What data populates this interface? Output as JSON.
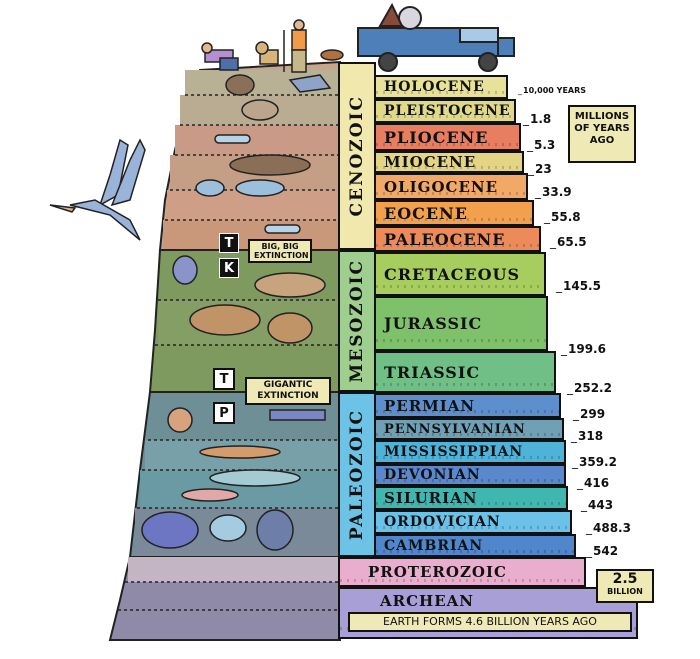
{
  "title": "Geologic Time Scale",
  "units_label": "MILLIONS OF YEARS AGO",
  "holocene_note": "10,000 YEARS",
  "eras": [
    {
      "name": "CENOZOIC",
      "color": "#f1e8ae"
    },
    {
      "name": "MESOZOIC",
      "color": "#9fcf8f"
    },
    {
      "name": "PALEOZOIC",
      "color": "#6cc3e6"
    }
  ],
  "periods": [
    {
      "name": "HOLOCENE",
      "color": "#e8e19a",
      "age": ""
    },
    {
      "name": "PLEISTOCENE",
      "color": "#e0d98a",
      "age": "1.8"
    },
    {
      "name": "PLIOCENE",
      "color": "#e77e5f",
      "age": "5.3"
    },
    {
      "name": "MIOCENE",
      "color": "#e4d585",
      "age": "23"
    },
    {
      "name": "OLIGOCENE",
      "color": "#f2a866",
      "age": "33.9"
    },
    {
      "name": "EOCENE",
      "color": "#f3a04e",
      "age": "55.8"
    },
    {
      "name": "PALEOCENE",
      "color": "#ec8a5a",
      "age": "65.5"
    },
    {
      "name": "CRETACEOUS",
      "color": "#a8cd5f",
      "age": "145.5"
    },
    {
      "name": "JURASSIC",
      "color": "#7fc06a",
      "age": "199.6"
    },
    {
      "name": "TRIASSIC",
      "color": "#6fbf86",
      "age": "252.2"
    },
    {
      "name": "PERMIAN",
      "color": "#5d8fcf",
      "age": "299"
    },
    {
      "name": "PENNSYLVANIAN",
      "color": "#6fa0b5",
      "age": "318"
    },
    {
      "name": "MISSISSIPPIAN",
      "color": "#4fb3d9",
      "age": "359.2"
    },
    {
      "name": "DEVONIAN",
      "color": "#5b87cc",
      "age": "416"
    },
    {
      "name": "SILURIAN",
      "color": "#3fb6b0",
      "age": "443"
    },
    {
      "name": "ORDOVICIAN",
      "color": "#6cc1e8",
      "age": "488.3"
    },
    {
      "name": "CAMBRIAN",
      "color": "#4f86cc",
      "age": "542"
    },
    {
      "name": "PROTEROZOIC",
      "color": "#e9aecd",
      "age": ""
    },
    {
      "name": "ARCHEAN",
      "color": "#a79fd6",
      "age": ""
    }
  ],
  "billion_callout": {
    "value": "2.5",
    "unit": "BILLION"
  },
  "earth_forms": "EARTH FORMS 4.6 BILLION YEARS AGO",
  "extinctions": [
    {
      "top_marker": "T",
      "bottom_marker": "K",
      "label": "BIG, BIG EXTINCTION"
    },
    {
      "top_marker": "T",
      "bottom_marker": "P",
      "label": "GIGANTIC EXTINCTION"
    }
  ],
  "illustrations": [
    "pterosaur",
    "paleontologist-kneeling",
    "dog",
    "man-with-shovel",
    "rabbit",
    "pickup-truck",
    "ammonite",
    "dinosaur-skulls",
    "trilobites",
    "fish-fossils"
  ]
}
